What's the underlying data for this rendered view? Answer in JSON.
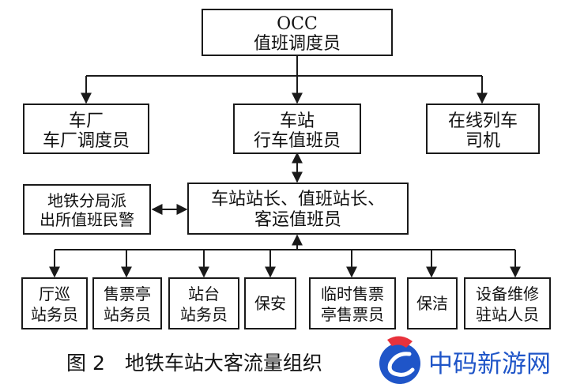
{
  "nodes": {
    "occ": {
      "line1": "OCC",
      "line2": "值班调度员"
    },
    "depot": {
      "line1": "车厂",
      "line2": "车厂调度员"
    },
    "station": {
      "line1": "车站",
      "line2": "行车值班员"
    },
    "driver": {
      "line1": "在线列车",
      "line2": "司机"
    },
    "police": {
      "line1": "地铁分局派",
      "line2": "出所值班民警"
    },
    "managers": {
      "line1": "车站站长、值班站长、",
      "line2": "客运值班员"
    },
    "hall": {
      "line1": "厅巡",
      "line2": "站务员"
    },
    "ticket_booth": {
      "line1": "售票亭",
      "line2": "站务员"
    },
    "platform": {
      "line1": "站台",
      "line2": "站务员"
    },
    "security": {
      "line1": "保安"
    },
    "temp_ticket": {
      "line1": "临时售票",
      "line2": "亭售票员"
    },
    "cleaning": {
      "line1": "保洁"
    },
    "maintenance": {
      "line1": "设备维修",
      "line2": "驻站人员"
    }
  },
  "caption": "图 2　地铁车站大客流量组织",
  "watermark": {
    "text": "中码新游网",
    "logo": "c-swoosh-logo",
    "color": "#1f55c8",
    "accent": "#e8323c"
  }
}
